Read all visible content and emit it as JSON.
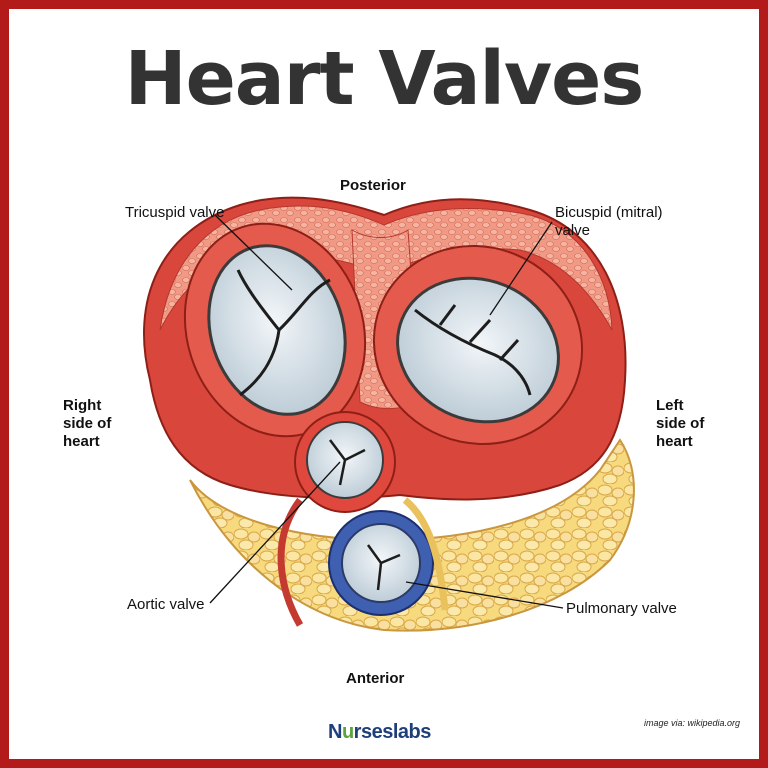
{
  "title": "Heart Valves",
  "labels": {
    "posterior": "Posterior",
    "anterior": "Anterior",
    "tricuspid": "Tricuspid valve",
    "bicuspid_line1": "Bicuspid (mitral)",
    "bicuspid_line2": "valve",
    "right_line1": "Right",
    "right_line2": "side of",
    "right_line3": "heart",
    "left_line1": "Left",
    "left_line2": "side of",
    "left_line3": "heart",
    "aortic": "Aortic valve",
    "pulmonary": "Pulmonary valve"
  },
  "logo": {
    "prefix": "N",
    "u": "u",
    "rest": "rseslabs"
  },
  "credit": "image via: wikipedia.org",
  "colors": {
    "border": "#b31b1b",
    "muscle": "#d9473c",
    "muscle_light": "#ee8a78",
    "fat": "#f6d67a",
    "valve": "#dde7ee",
    "pulmonary_ring": "#3f5fb0",
    "title": "#333333"
  }
}
